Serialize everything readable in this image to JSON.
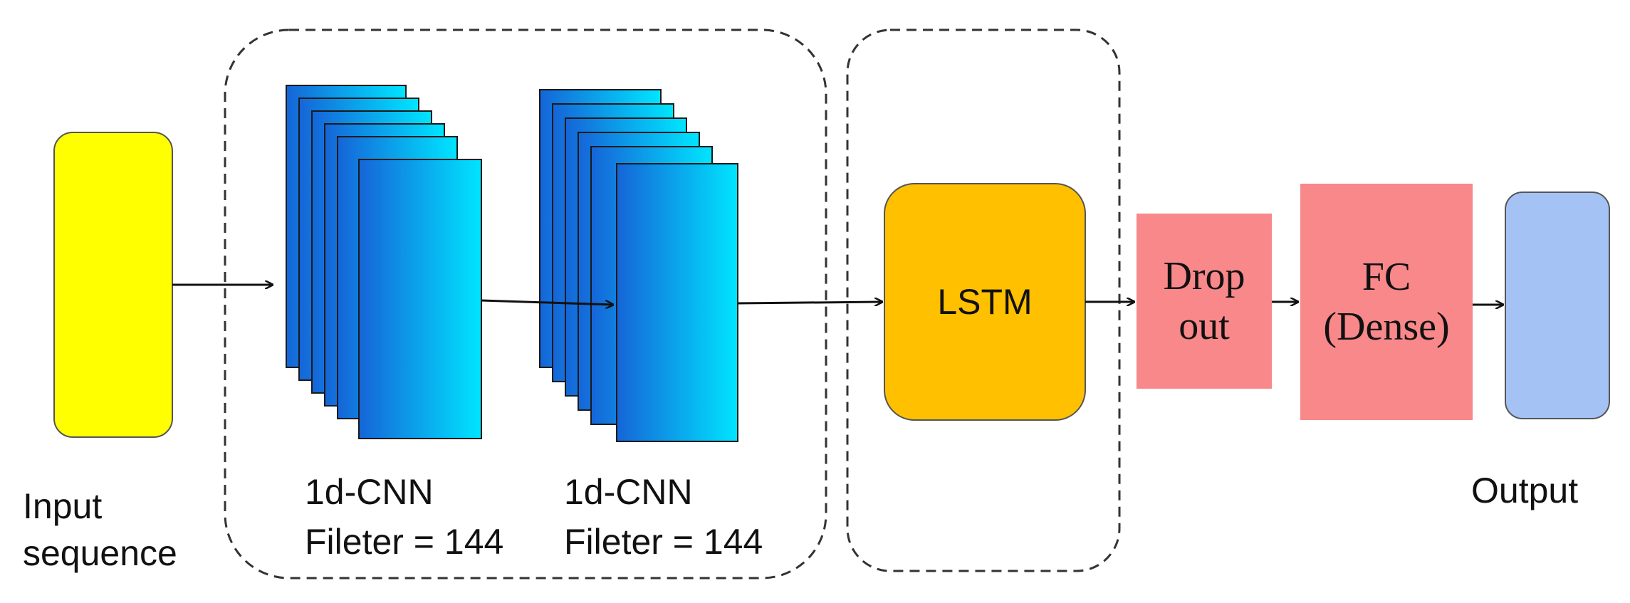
{
  "input": {
    "label_line1": "Input",
    "label_line2": "sequence",
    "color": "#FFFF00"
  },
  "cnn_block_1": {
    "name": "1d-CNN",
    "filter": "Fileter = 144"
  },
  "cnn_block_2": {
    "name": "1d-CNN",
    "filter": "Fileter = 144"
  },
  "lstm": {
    "label": "LSTM",
    "color": "#FFC000"
  },
  "dropout": {
    "label_line1": "Drop",
    "label_line2": "out",
    "color": "#F8888A"
  },
  "fc": {
    "label_line1": "FC",
    "label_line2": "(Dense)",
    "color": "#F8888A"
  },
  "output": {
    "label": "Output",
    "color": "#A4C2F4"
  },
  "colors": {
    "cnn_gradient_start": "#1565D8",
    "cnn_gradient_end": "#00E5FF",
    "arrow": "#111111",
    "dashed_border": "#333333"
  }
}
